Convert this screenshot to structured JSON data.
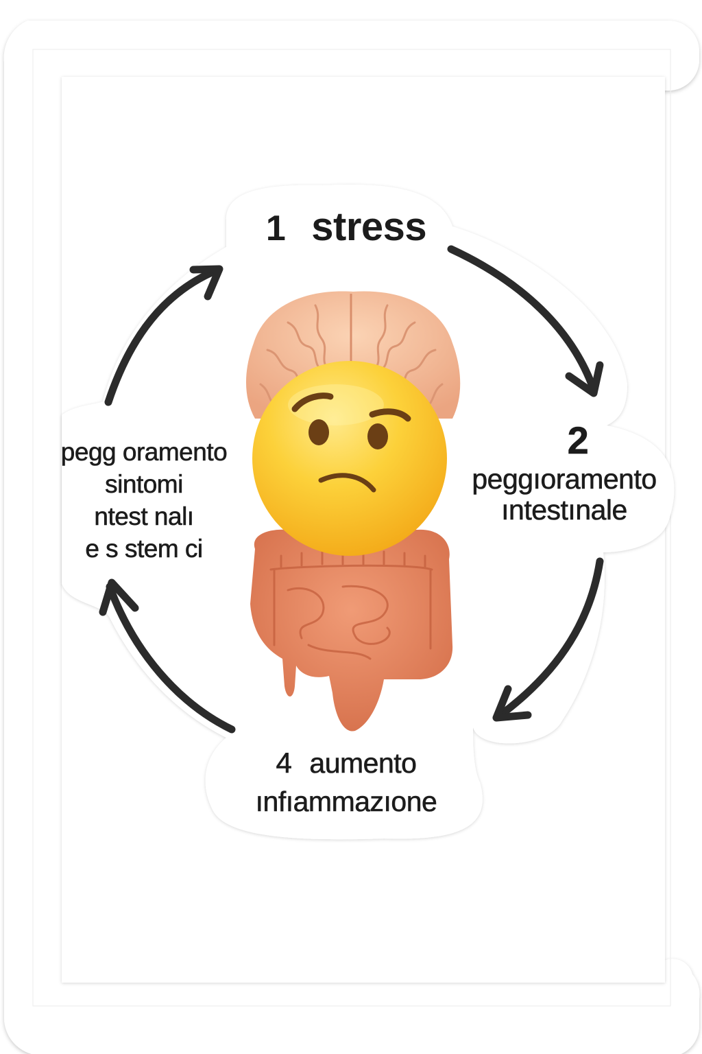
{
  "diagram": {
    "type": "cycle",
    "direction": "clockwise",
    "steps": [
      {
        "number": "1",
        "text": "stress",
        "position": "top"
      },
      {
        "number": "2",
        "line1": "peggıoramento",
        "line2": "ıntestınale",
        "position": "right"
      },
      {
        "number": "4",
        "text": "aumento",
        "line2": "ınfıammazıone",
        "position": "bottom"
      },
      {
        "number": "",
        "lines": [
          "pegg oramento",
          "sintomi",
          "ntest nalı",
          "e s stem ci"
        ],
        "position": "left"
      }
    ],
    "center_illustration": {
      "top": "brain",
      "middle": "worried-face-emoji",
      "bottom": "intestines"
    },
    "arrows": [
      {
        "from": "top",
        "to": "right",
        "name": "arrow-stress-to-gut"
      },
      {
        "from": "right",
        "to": "bottom",
        "name": "arrow-gut-to-inflammation"
      },
      {
        "from": "bottom",
        "to": "left",
        "name": "arrow-inflammation-to-symptoms"
      },
      {
        "from": "left",
        "to": "top",
        "name": "arrow-symptoms-to-stress"
      }
    ]
  },
  "colors": {
    "background": "#ffffff",
    "text": "#1c1c1c",
    "arrow": "#2b2b2b",
    "brain": "#f4bf9c",
    "brain_shadow": "#e4a07e",
    "emoji_face": "#fbcb2e",
    "emoji_features": "#6b3f15",
    "intestine": "#e48663",
    "intestine_shadow": "#c9633f"
  }
}
